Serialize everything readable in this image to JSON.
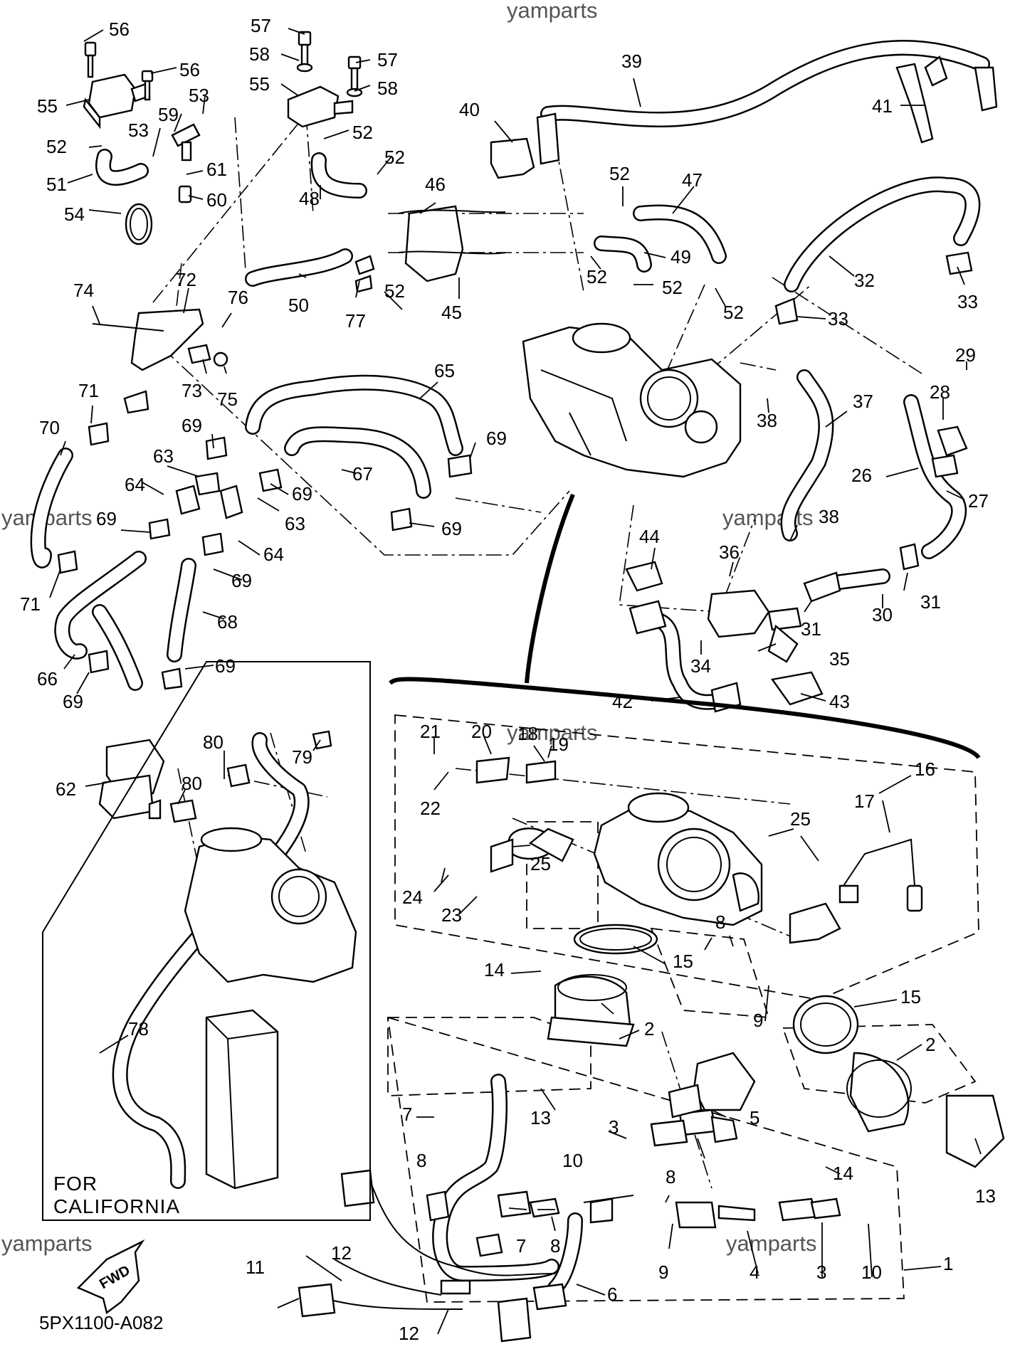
{
  "watermark": "yamparts",
  "diagram_code": "5PX1100-A082",
  "california_note": [
    "FOR",
    "CALIFORNIA"
  ],
  "fwd_arrow_text": "FWD",
  "callouts": [
    {
      "id": "c56a",
      "text": "56"
    },
    {
      "id": "c56b",
      "text": "56"
    },
    {
      "id": "c55a",
      "text": "55"
    },
    {
      "id": "c53a",
      "text": "53"
    },
    {
      "id": "c59",
      "text": "59"
    },
    {
      "id": "c53b",
      "text": "53"
    },
    {
      "id": "c52a",
      "text": "52"
    },
    {
      "id": "c61",
      "text": "61"
    },
    {
      "id": "c51",
      "text": "51"
    },
    {
      "id": "c60",
      "text": "60"
    },
    {
      "id": "c54",
      "text": "54"
    },
    {
      "id": "c57a",
      "text": "57"
    },
    {
      "id": "c58a",
      "text": "58"
    },
    {
      "id": "c57b",
      "text": "57"
    },
    {
      "id": "c55b",
      "text": "55"
    },
    {
      "id": "c58b",
      "text": "58"
    },
    {
      "id": "c52b",
      "text": "52"
    },
    {
      "id": "c52c",
      "text": "52"
    },
    {
      "id": "c48",
      "text": "48"
    },
    {
      "id": "c39",
      "text": "39"
    },
    {
      "id": "c40",
      "text": "40"
    },
    {
      "id": "c41",
      "text": "41"
    },
    {
      "id": "c46",
      "text": "46"
    },
    {
      "id": "c52d",
      "text": "52"
    },
    {
      "id": "c47",
      "text": "47"
    },
    {
      "id": "c49",
      "text": "49"
    },
    {
      "id": "c52e",
      "text": "52"
    },
    {
      "id": "c52f",
      "text": "52"
    },
    {
      "id": "c52g",
      "text": "52"
    },
    {
      "id": "c52h",
      "text": "52"
    },
    {
      "id": "c50",
      "text": "50"
    },
    {
      "id": "c77",
      "text": "77"
    },
    {
      "id": "c45",
      "text": "45"
    },
    {
      "id": "c32",
      "text": "32"
    },
    {
      "id": "c33a",
      "text": "33"
    },
    {
      "id": "c33b",
      "text": "33"
    },
    {
      "id": "c74",
      "text": "74"
    },
    {
      "id": "c72",
      "text": "72"
    },
    {
      "id": "c76",
      "text": "76"
    },
    {
      "id": "c73",
      "text": "73"
    },
    {
      "id": "c75",
      "text": "75"
    },
    {
      "id": "c65",
      "text": "65"
    },
    {
      "id": "c29",
      "text": "29"
    },
    {
      "id": "c71a",
      "text": "71"
    },
    {
      "id": "c70",
      "text": "70"
    },
    {
      "id": "c69a",
      "text": "69"
    },
    {
      "id": "c38a",
      "text": "38"
    },
    {
      "id": "c37",
      "text": "37"
    },
    {
      "id": "c28",
      "text": "28"
    },
    {
      "id": "c63a",
      "text": "63"
    },
    {
      "id": "c67",
      "text": "67"
    },
    {
      "id": "c69b",
      "text": "69"
    },
    {
      "id": "c26",
      "text": "26"
    },
    {
      "id": "c27",
      "text": "27"
    },
    {
      "id": "c64a",
      "text": "64"
    },
    {
      "id": "c69c",
      "text": "69"
    },
    {
      "id": "c69d",
      "text": "69"
    },
    {
      "id": "c63b",
      "text": "63"
    },
    {
      "id": "c69e",
      "text": "69"
    },
    {
      "id": "c38b",
      "text": "38"
    },
    {
      "id": "c44",
      "text": "44"
    },
    {
      "id": "c36",
      "text": "36"
    },
    {
      "id": "c64b",
      "text": "64"
    },
    {
      "id": "c69f",
      "text": "69"
    },
    {
      "id": "c71b",
      "text": "71"
    },
    {
      "id": "c68",
      "text": "68"
    },
    {
      "id": "c31a",
      "text": "31"
    },
    {
      "id": "c30",
      "text": "30"
    },
    {
      "id": "c31b",
      "text": "31"
    },
    {
      "id": "c66",
      "text": "66"
    },
    {
      "id": "c69g",
      "text": "69"
    },
    {
      "id": "c69h",
      "text": "69"
    },
    {
      "id": "c34",
      "text": "34"
    },
    {
      "id": "c35",
      "text": "35"
    },
    {
      "id": "c42",
      "text": "42"
    },
    {
      "id": "c43",
      "text": "43"
    },
    {
      "id": "c21",
      "text": "21"
    },
    {
      "id": "c20",
      "text": "20"
    },
    {
      "id": "c18",
      "text": "18"
    },
    {
      "id": "c19",
      "text": "19"
    },
    {
      "id": "c80a",
      "text": "80"
    },
    {
      "id": "c79",
      "text": "79"
    },
    {
      "id": "c16",
      "text": "16"
    },
    {
      "id": "c62",
      "text": "62"
    },
    {
      "id": "c80b",
      "text": "80"
    },
    {
      "id": "c22",
      "text": "22"
    },
    {
      "id": "c17",
      "text": "17"
    },
    {
      "id": "c25a",
      "text": "25"
    },
    {
      "id": "c25b",
      "text": "25"
    },
    {
      "id": "c24",
      "text": "24"
    },
    {
      "id": "c23",
      "text": "23"
    },
    {
      "id": "c15a",
      "text": "15"
    },
    {
      "id": "c14a",
      "text": "14"
    },
    {
      "id": "c15b",
      "text": "15"
    },
    {
      "id": "c8a",
      "text": "8"
    },
    {
      "id": "c2a",
      "text": "2"
    },
    {
      "id": "c9a",
      "text": "9"
    },
    {
      "id": "c2b",
      "text": "2"
    },
    {
      "id": "c78",
      "text": "78"
    },
    {
      "id": "c7a",
      "text": "7"
    },
    {
      "id": "c13a",
      "text": "13"
    },
    {
      "id": "c5",
      "text": "5"
    },
    {
      "id": "c3a",
      "text": "3"
    },
    {
      "id": "c8b",
      "text": "8"
    },
    {
      "id": "c10a",
      "text": "10"
    },
    {
      "id": "c14b",
      "text": "14"
    },
    {
      "id": "c13b",
      "text": "13"
    },
    {
      "id": "c8c",
      "text": "8"
    },
    {
      "id": "c7b",
      "text": "7"
    },
    {
      "id": "c8d",
      "text": "8"
    },
    {
      "id": "c12a",
      "text": "12"
    },
    {
      "id": "c11",
      "text": "11"
    },
    {
      "id": "c9b",
      "text": "9"
    },
    {
      "id": "c4",
      "text": "4"
    },
    {
      "id": "c3b",
      "text": "3"
    },
    {
      "id": "c10b",
      "text": "10"
    },
    {
      "id": "c1",
      "text": "1"
    },
    {
      "id": "c6",
      "text": "6"
    },
    {
      "id": "c12b",
      "text": "12"
    }
  ]
}
